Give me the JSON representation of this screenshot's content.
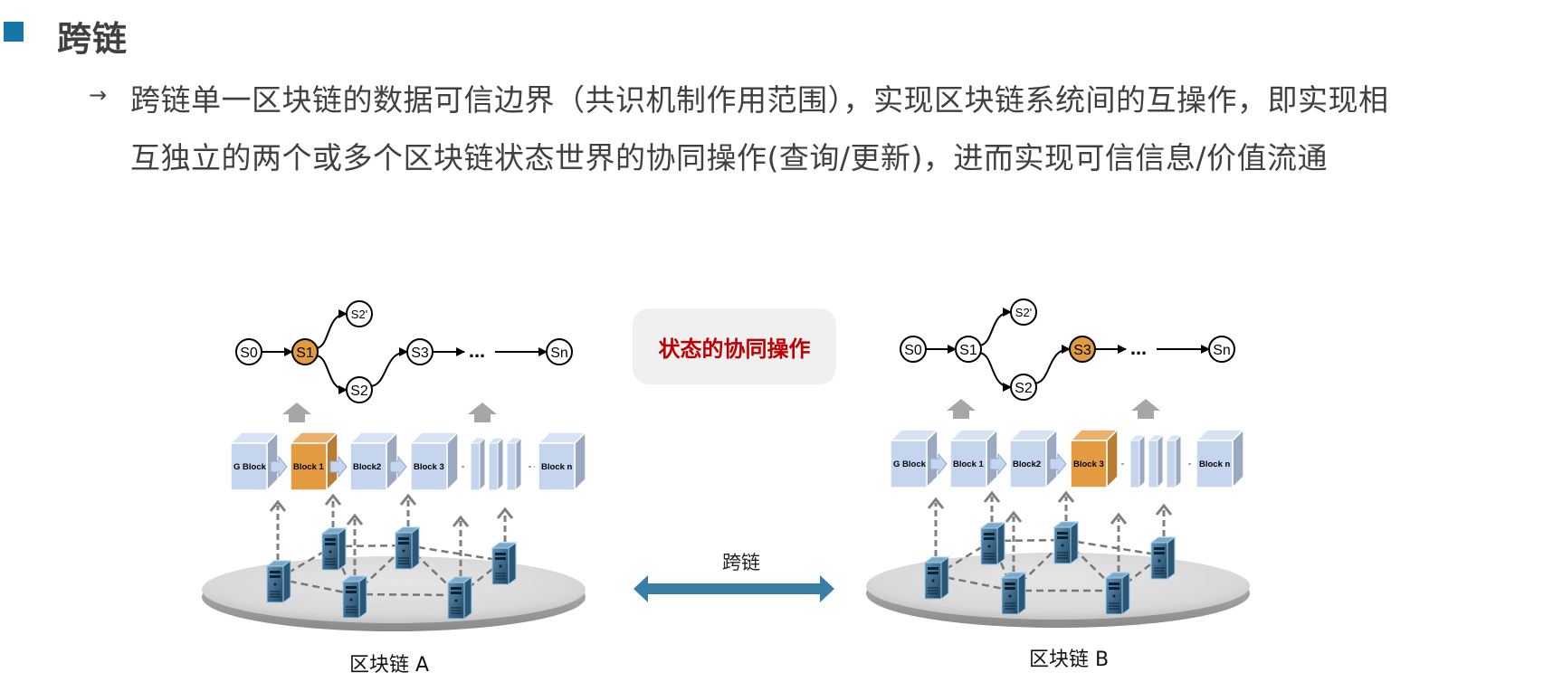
{
  "slide": {
    "title": "跨链",
    "bullet_arrow": "→",
    "body_lines": [
      "跨链单一区块链的数据可信边界（共识机制作用范围），实现区块链系统间的互操作，即实现相",
      "互独立的两个或多个区块链状态世界的协同操作(查询/更新)，进而实现可信信息/价值流通"
    ]
  },
  "diagram": {
    "center_box_label": "状态的协同操作",
    "cross_chain_label": "跨链",
    "colors": {
      "accent_orange": "#e39b42",
      "block_blue": "#c5d5ed",
      "arrow_blue": "#3a7ea5",
      "text_red": "#c00000",
      "bullet_blue": "#1577a8"
    },
    "chain_a": {
      "label": "区块链 A",
      "states": [
        "S0",
        "S1",
        "S2'",
        "S2",
        "S3",
        "...",
        "Sn"
      ],
      "highlighted_state": "S1",
      "blocks": [
        "G Block",
        "Block 1",
        "Block2",
        "Block 3",
        "Block n"
      ],
      "highlighted_block": "Block 1"
    },
    "chain_b": {
      "label": "区块链 B",
      "states": [
        "S0",
        "S1",
        "S2'",
        "S2",
        "S3",
        "...",
        "Sn"
      ],
      "highlighted_state": "S3",
      "blocks": [
        "G Block",
        "Block 1",
        "Block2",
        "Block 3",
        "Block n"
      ],
      "highlighted_block": "Block 3"
    }
  }
}
